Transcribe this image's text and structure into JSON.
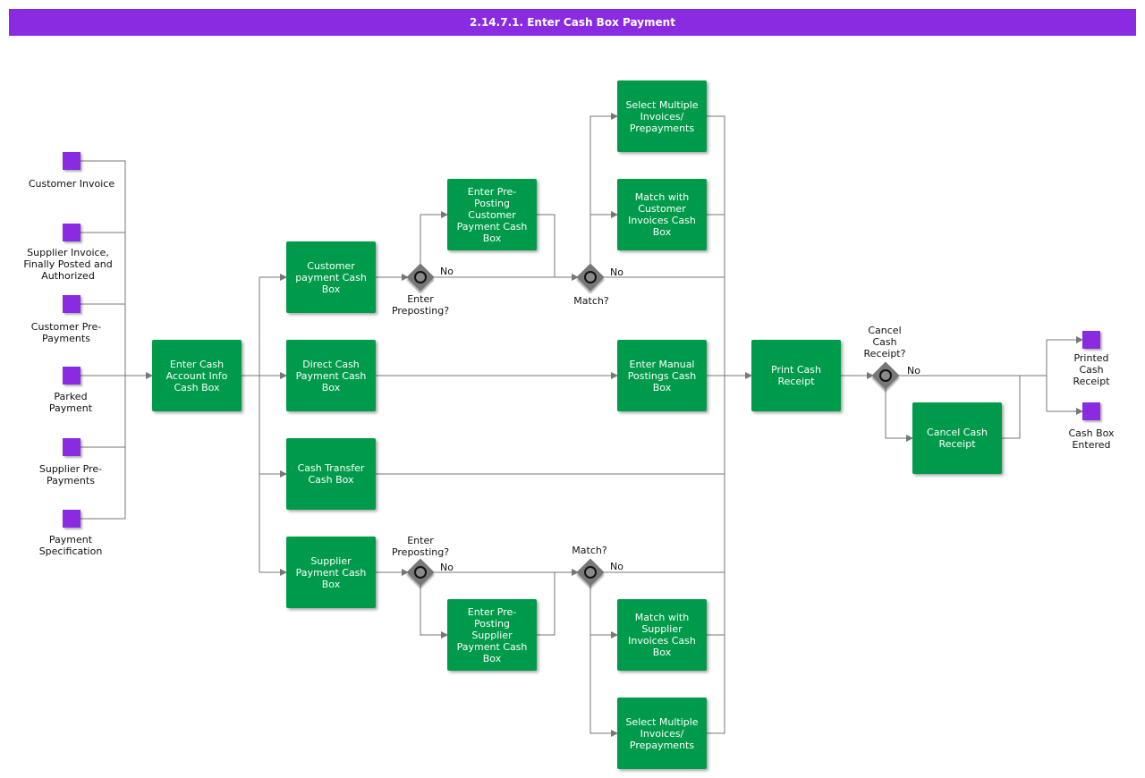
{
  "title": "2.14.7.1. Enter Cash Box Payment",
  "colors": {
    "header": "#8a2be2",
    "function": "#009b4a",
    "event": "#8a2be2",
    "gateway": "#777777",
    "connector": "#777777"
  },
  "events": {
    "customer_invoice": "Customer Invoice",
    "supplier_invoice": "Supplier Invoice, Finally Posted and Authorized",
    "customer_prepayments": "Customer Pre-Payments",
    "parked_payment": "Parked Payment",
    "supplier_prepayments": "Supplier Pre-Payments",
    "payment_specification": "Payment Specification",
    "printed_cash_receipt": "Printed Cash Receipt",
    "cash_box_entered": "Cash Box Entered"
  },
  "functions": {
    "enter_cash_account_info": "Enter Cash Account Info Cash Box",
    "customer_payment_cash_box": "Customer payment Cash Box",
    "direct_cash_payment": "Direct Cash Payment Cash Box",
    "cash_transfer": "Cash Transfer Cash Box",
    "supplier_payment_cash_box": "Supplier Payment Cash Box",
    "enter_preposting_customer": "Enter Pre-Posting Customer Payment Cash Box",
    "enter_preposting_supplier": "Enter Pre-Posting Supplier Payment Cash Box",
    "select_multiple_top": "Select Multiple Invoices/ Prepayments",
    "match_customer_invoices": "Match with Customer Invoices Cash Box",
    "enter_manual_postings": "Enter Manual Postings Cash Box",
    "match_supplier_invoices": "Match with Supplier Invoices Cash Box",
    "select_multiple_bottom": "Select Multiple Invoices/ Prepayments",
    "print_cash_receipt": "Print Cash Receipt",
    "cancel_cash_receipt": "Cancel Cash Receipt"
  },
  "gateways": {
    "enter_preposting_top": "Enter Preposting?",
    "match_top": "Match?",
    "enter_preposting_bottom": "Enter Preposting?",
    "match_bottom": "Match?",
    "cancel_cash_receipt": "Cancel Cash Receipt?"
  },
  "branch_labels": {
    "no_1": "No",
    "no_2": "No",
    "no_3": "No",
    "no_4": "No",
    "no_5": "No"
  }
}
